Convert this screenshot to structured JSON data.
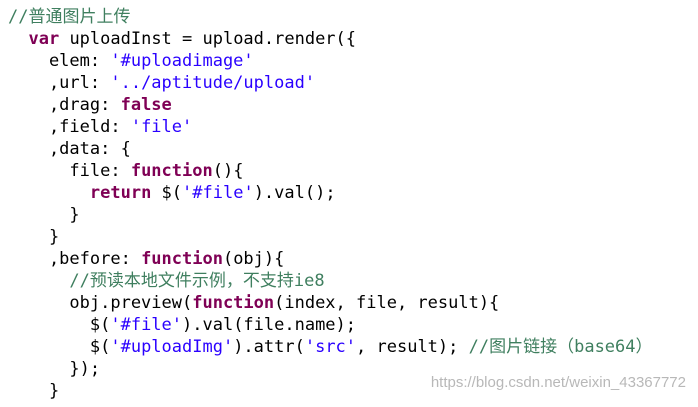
{
  "editor": {
    "lines": [
      [
        {
          "t": "cm",
          "v": "//普通图片上传"
        }
      ],
      [
        {
          "t": "pl",
          "v": "  "
        },
        {
          "t": "kw",
          "v": "var"
        },
        {
          "t": "pl",
          "v": " uploadInst = upload.render({"
        }
      ],
      [
        {
          "t": "pl",
          "v": "    elem: "
        },
        {
          "t": "str",
          "v": "'#uploadimage'"
        }
      ],
      [
        {
          "t": "pl",
          "v": "    ,url: "
        },
        {
          "t": "str",
          "v": "'../aptitude/upload'"
        }
      ],
      [
        {
          "t": "pl",
          "v": "    ,drag: "
        },
        {
          "t": "kw",
          "v": "false"
        }
      ],
      [
        {
          "t": "pl",
          "v": "    ,field: "
        },
        {
          "t": "str",
          "v": "'file'"
        }
      ],
      [
        {
          "t": "pl",
          "v": "    ,data: {"
        }
      ],
      [
        {
          "t": "pl",
          "v": "      file: "
        },
        {
          "t": "kw",
          "v": "function"
        },
        {
          "t": "pl",
          "v": "(){"
        }
      ],
      [
        {
          "t": "pl",
          "v": "        "
        },
        {
          "t": "kw",
          "v": "return"
        },
        {
          "t": "pl",
          "v": " $("
        },
        {
          "t": "str",
          "v": "'#file'"
        },
        {
          "t": "pl",
          "v": ").val();"
        }
      ],
      [
        {
          "t": "pl",
          "v": "      }"
        }
      ],
      [
        {
          "t": "pl",
          "v": "    }"
        }
      ],
      [
        {
          "t": "pl",
          "v": "    ,before: "
        },
        {
          "t": "kw",
          "v": "function"
        },
        {
          "t": "pl",
          "v": "(obj){"
        }
      ],
      [
        {
          "t": "pl",
          "v": "      "
        },
        {
          "t": "cm",
          "v": "//预读本地文件示例，不支持ie8"
        }
      ],
      [
        {
          "t": "pl",
          "v": "      obj.preview("
        },
        {
          "t": "kw",
          "v": "function"
        },
        {
          "t": "pl",
          "v": "(index, file, result){"
        }
      ],
      [
        {
          "t": "pl",
          "v": "        $("
        },
        {
          "t": "str",
          "v": "'#file'"
        },
        {
          "t": "pl",
          "v": ").val(file.name);"
        }
      ],
      [
        {
          "t": "pl",
          "v": "        $("
        },
        {
          "t": "str",
          "v": "'#uploadImg'"
        },
        {
          "t": "pl",
          "v": ").attr("
        },
        {
          "t": "str",
          "v": "'src'"
        },
        {
          "t": "pl",
          "v": ", result); "
        },
        {
          "t": "cm",
          "v": "//图片链接（base64）"
        }
      ],
      [
        {
          "t": "pl",
          "v": "      });"
        }
      ],
      [
        {
          "t": "pl",
          "v": "    }"
        }
      ]
    ]
  },
  "watermark": {
    "text": "https://blog.csdn.net/weixin_43367772"
  },
  "colors": {
    "keyword": "#7f0055",
    "string": "#2a00ff",
    "comment": "#3f7f5f",
    "plain": "#000000",
    "background": "#ffffff"
  }
}
